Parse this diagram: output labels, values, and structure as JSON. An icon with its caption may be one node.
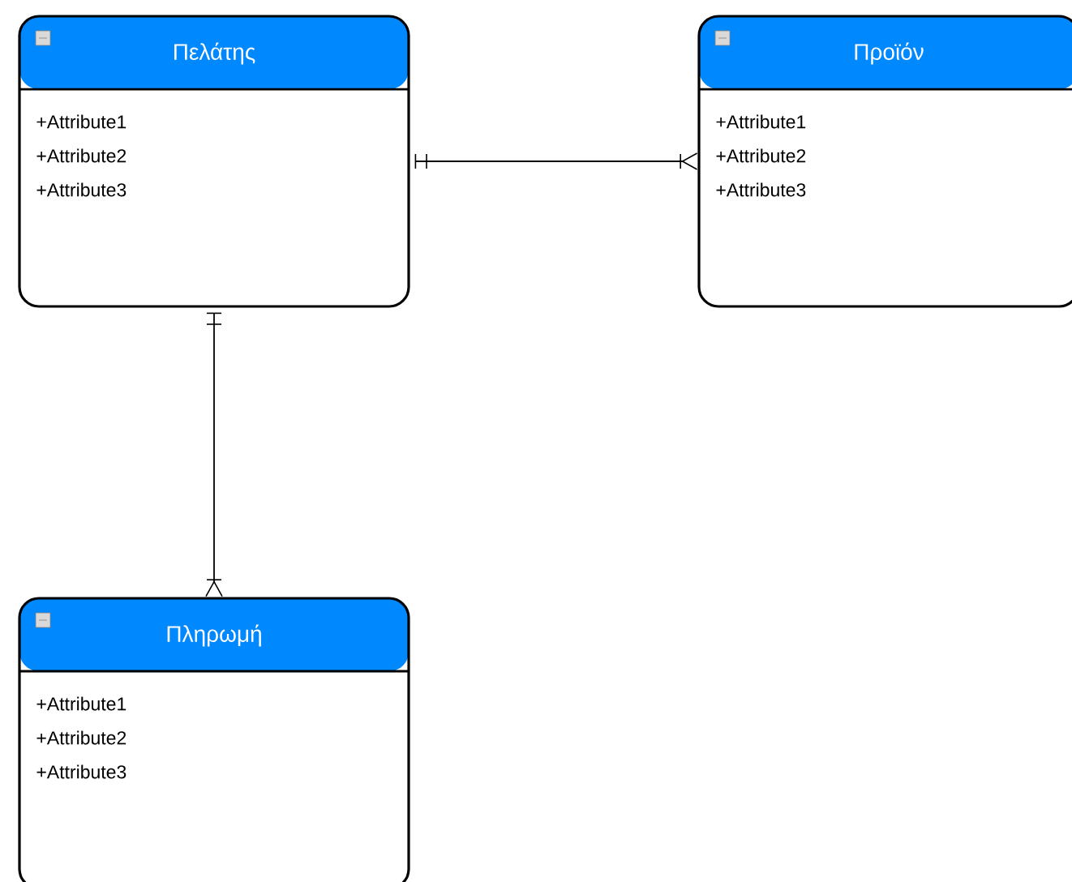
{
  "diagram": {
    "nodes": [
      {
        "text": [
          "Πελάτης",
          "+Attribute1",
          "+Attribute2",
          "+Attribute3"
        ]
      },
      {
        "text": [
          "Προϊόν",
          "+Attribute1",
          "+Attribute2",
          "+Attribute3"
        ]
      },
      {
        "text": [
          "Πληρωμή",
          "+Attribute1",
          "+Attribute2",
          "+Attribute3"
        ]
      }
    ],
    "edges": [
      {
        "from": 0,
        "to": 1,
        "arrow": "other"
      },
      {
        "from": 0,
        "to": 2,
        "arrow": "other"
      }
    ]
  }
}
